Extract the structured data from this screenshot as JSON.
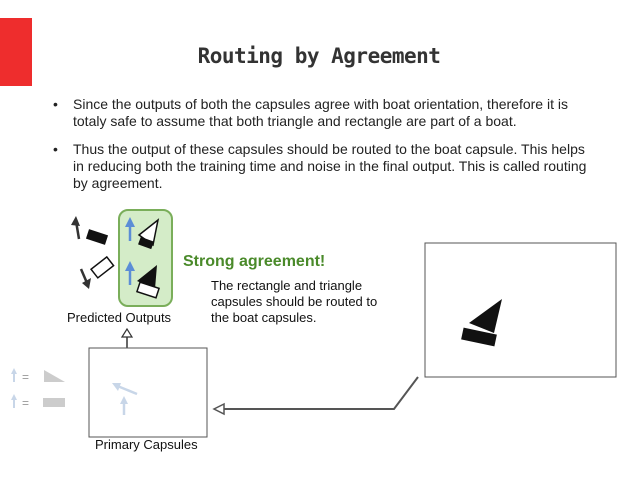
{
  "colors": {
    "accent": "#ee2d2d",
    "agreement_green": "#4a8a2a",
    "predicted_box_fill": "#d4ecc8",
    "predicted_box_stroke": "#7aae5a",
    "blue_arrow": "#5b8dd6",
    "pale_arrow": "#c8d6e8",
    "connector": "#555555"
  },
  "slide": {
    "title": "Routing by Agreement",
    "bullet_symbol": "•",
    "bullets": [
      "Since the outputs of both the capsules agree with boat orientation, therefore it is totaly safe to assume that both triangle and rectangle are part of a boat.",
      "Thus the output of these capsules should be routed to the boat capsule. This helps in reducing both the training time and noise in the final output. This is called routing by agreement."
    ]
  },
  "figure": {
    "predicted_outputs_label": "Predicted Outputs",
    "agreement_heading": "Strong agreement!",
    "agreement_text": [
      "The rectangle and triangle",
      "capsules should be routed to",
      "the boat capsules."
    ],
    "primary_capsules_label": "Primary Capsules",
    "legend_equals": "="
  }
}
